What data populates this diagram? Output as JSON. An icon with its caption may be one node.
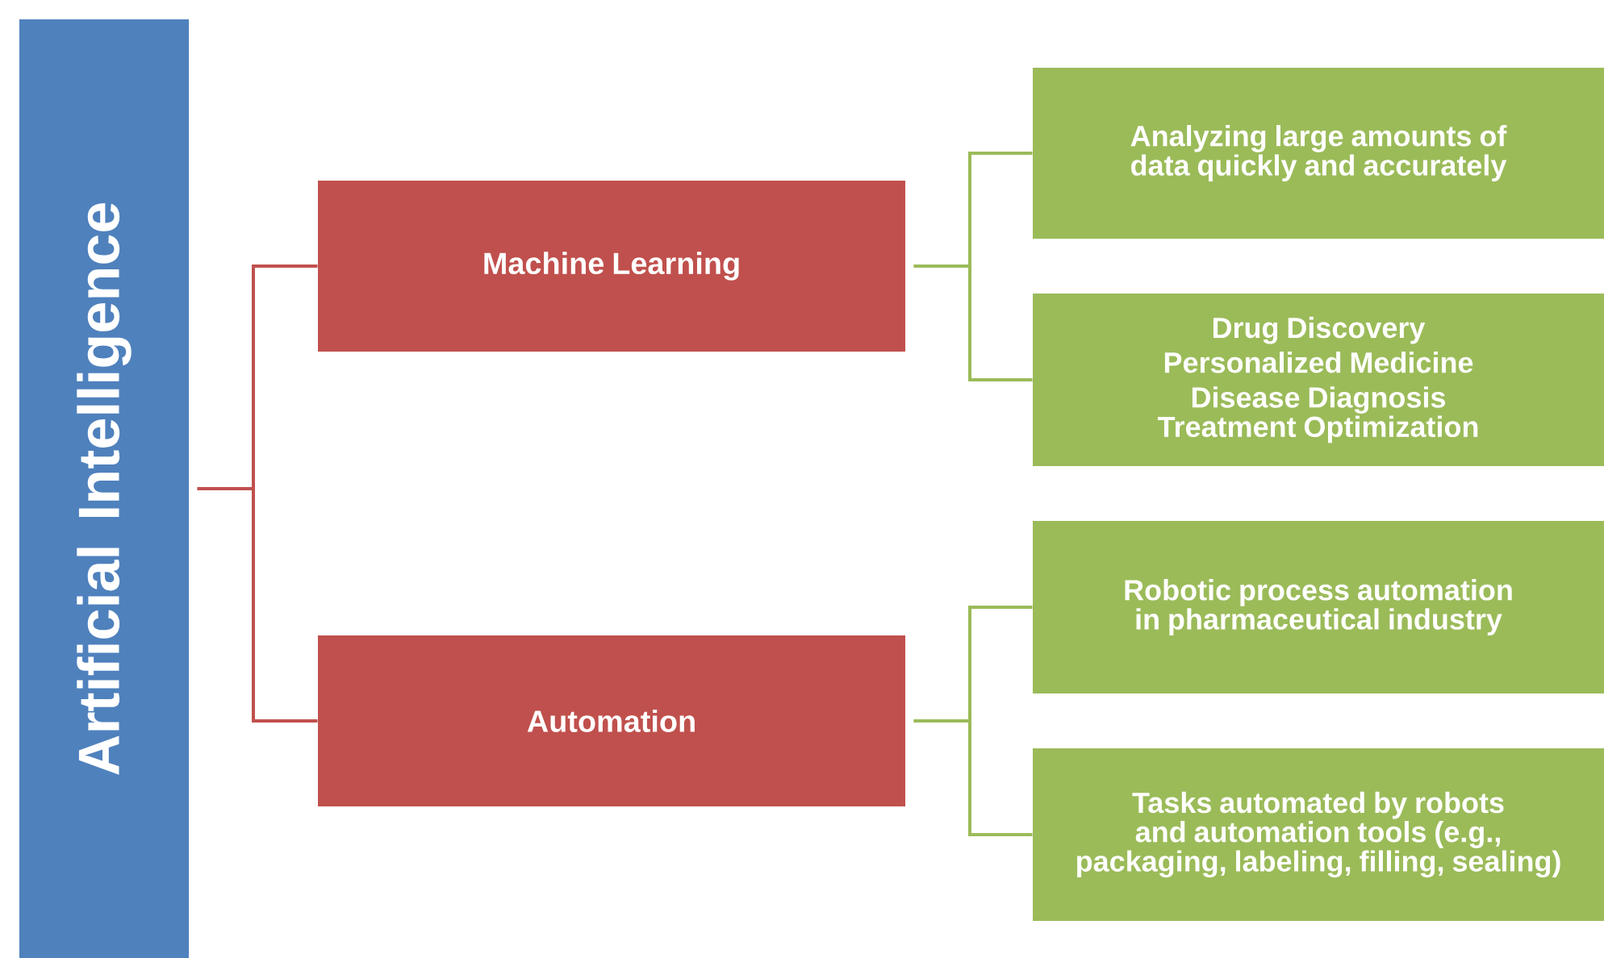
{
  "diagram": {
    "nodes": [
      {
        "text": [
          "Artificial Intelligence"
        ]
      },
      {
        "text": [
          "Machine Learning"
        ]
      },
      {
        "text": [
          "Automation"
        ]
      },
      {
        "text": [
          "Analyzing large amounts of data quickly and accurately"
        ]
      },
      {
        "text": [
          "Drug Discovery",
          "Personalized Medicine",
          "Disease Diagnosis",
          "Treatment Optimization"
        ]
      },
      {
        "text": [
          "Robotic process automation in pharmaceutical industry"
        ]
      },
      {
        "text": [
          "Tasks automated by robots and automation tools (e.g., packaging, labeling, filling, sealing)"
        ]
      }
    ],
    "edges": [
      {
        "from": 0,
        "to": 1,
        "arrow": "none",
        "color": "#c0504d"
      },
      {
        "from": 0,
        "to": 2,
        "arrow": "none",
        "color": "#c0504d"
      },
      {
        "from": 1,
        "to": 3,
        "arrow": "none",
        "color": "#9bbb59"
      },
      {
        "from": 1,
        "to": 4,
        "arrow": "none",
        "color": "#9bbb59"
      },
      {
        "from": 2,
        "to": 5,
        "arrow": "none",
        "color": "#9bbb59"
      },
      {
        "from": 2,
        "to": 6,
        "arrow": "none",
        "color": "#9bbb59"
      }
    ]
  }
}
